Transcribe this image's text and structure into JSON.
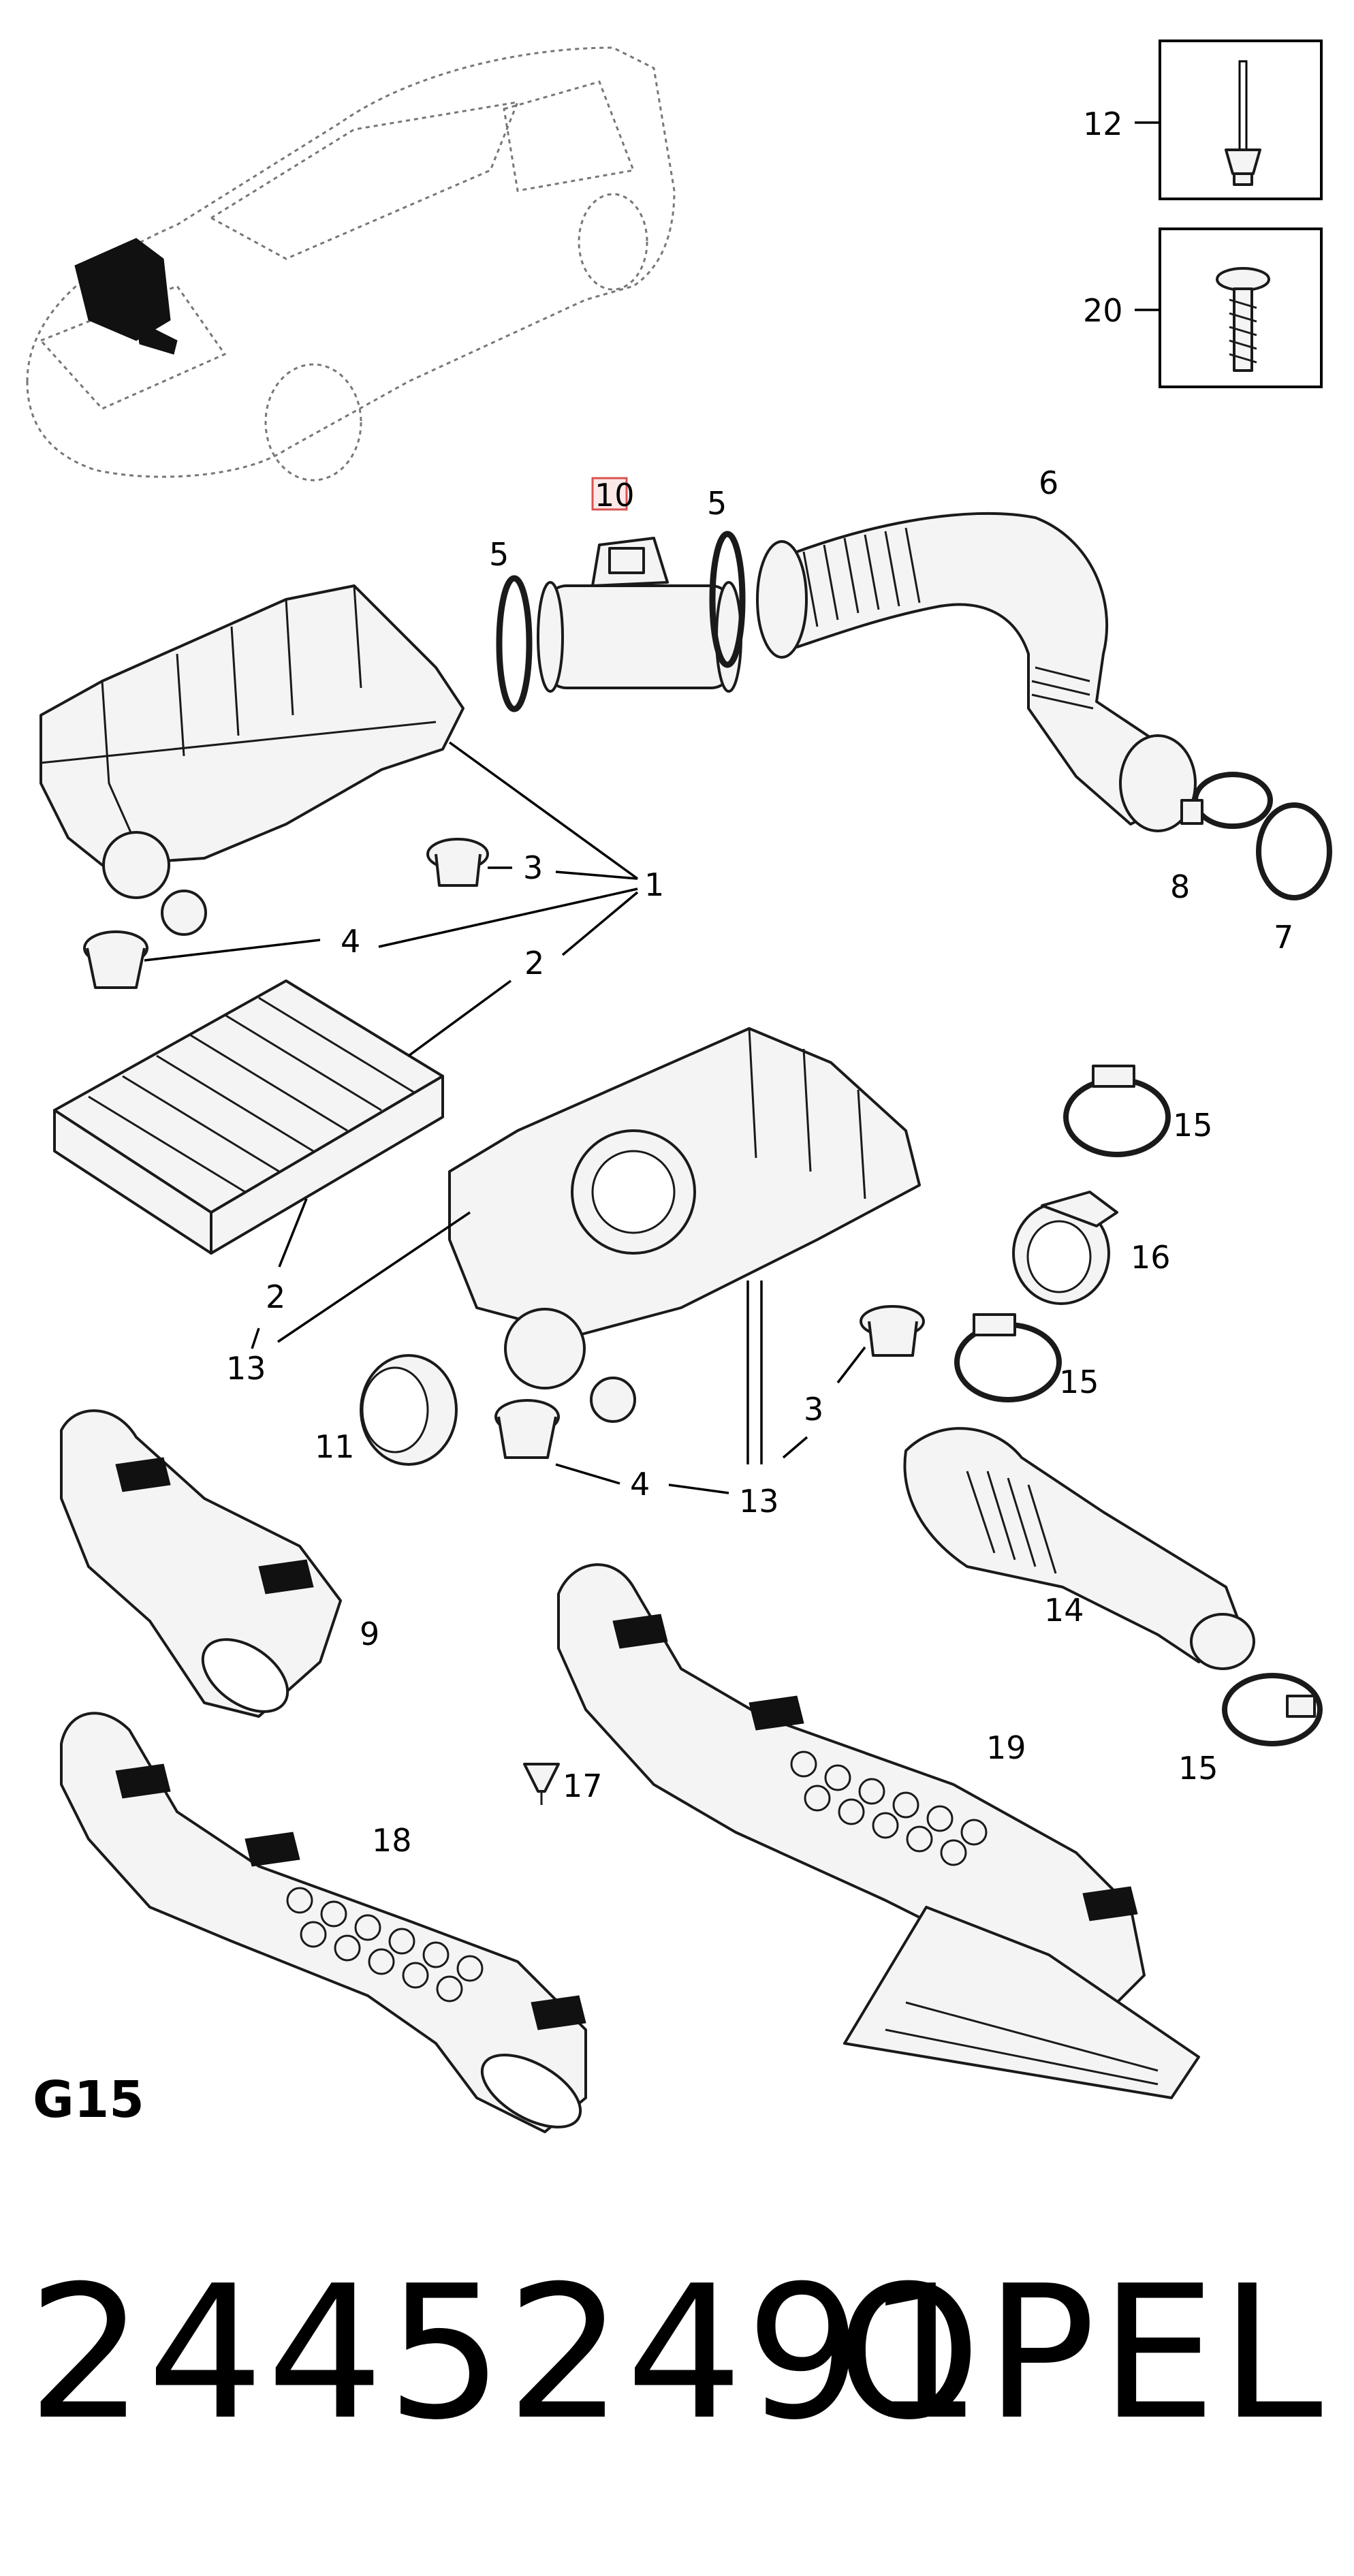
{
  "diagram": {
    "section_code": "G15",
    "part_number": "24452491",
    "brand": "OPEL",
    "highlighted_callout": "10",
    "highlight_color": "#d9534f",
    "callouts": {
      "c1": "1",
      "c2a": "2",
      "c2b": "2",
      "c3a": "3",
      "c3b": "3",
      "c4a": "4",
      "c4b": "4",
      "c5a": "5",
      "c5b": "5",
      "c6": "6",
      "c7": "7",
      "c8": "8",
      "c9": "9",
      "c10": "10",
      "c11": "11",
      "c12": "12",
      "c13a": "13",
      "c13b": "13",
      "c14": "14",
      "c15a": "15",
      "c15b": "15",
      "c15c": "15",
      "c16": "16",
      "c17": "17",
      "c18": "18",
      "c19": "19",
      "c20": "20"
    }
  }
}
